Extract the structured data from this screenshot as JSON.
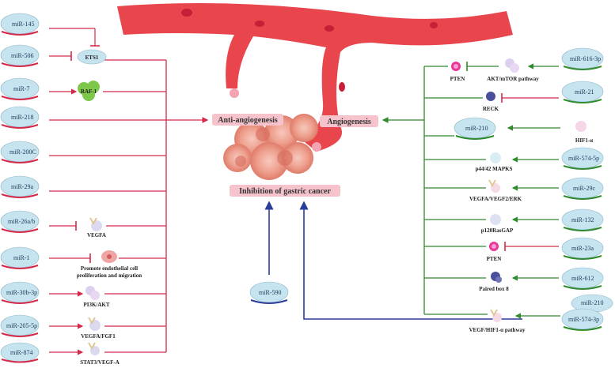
{
  "center": {
    "anti_angiogenesis": "Anti-angiogenesis",
    "angiogenesis": "Angiogenesis",
    "inhibition": "Inhibition of gastric cancer"
  },
  "left": {
    "mirnas": [
      {
        "name": "miR-145",
        "target": "ETS1",
        "effect": "inhibit"
      },
      {
        "name": "miR-506",
        "target": "ETS1",
        "effect": "inhibit"
      },
      {
        "name": "miR-7",
        "target": "RAF-1",
        "effect": "activate"
      },
      {
        "name": "miR-218",
        "target": "",
        "effect": "direct"
      },
      {
        "name": "miR-200C",
        "target": "",
        "effect": "direct"
      },
      {
        "name": "miR-29a",
        "target": "",
        "effect": "direct"
      },
      {
        "name": "miR-26a/b",
        "target": "VEGFA",
        "effect": "inhibit"
      },
      {
        "name": "miR-1",
        "target": "Promote endothelial cell proliferation and migration",
        "effect": "inhibit"
      },
      {
        "name": "miR-30b-3p",
        "target": "PI3K/AKT",
        "effect": "activate"
      },
      {
        "name": "miR-205-5p",
        "target": "VEGFA/FGF1",
        "effect": "activate"
      },
      {
        "name": "miR-874",
        "target": "STAT3/VEGF-A",
        "effect": "activate"
      }
    ],
    "targets": {
      "ets1": "ETS1",
      "raf1": "RAF-1",
      "vegfa": "VEGFA",
      "endo_line1": "Promote endothelial cell",
      "endo_line2": "proliferation and migration",
      "pi3k": "PI3K/AKT",
      "vegfa_fgf1": "VEGFA/FGF1",
      "stat3": "STAT3/VEGF-A"
    }
  },
  "bottom": {
    "mirna": "miR-590"
  },
  "right": {
    "mirnas": {
      "m616": "miR-616-3p",
      "m21": "miR-21",
      "m210a": "miR-210",
      "hif1a": "HIF1-α",
      "m574a": "miR-574-5p",
      "m29c": "miR-29c",
      "m132": "miR-132",
      "m23a": "miR-23a",
      "m612": "miR-612",
      "m210b": "miR-210",
      "m574b": "miR-574-3p"
    },
    "targets": {
      "pten1": "PTEN",
      "akt": "AKT/mTOR pathway",
      "reck": "RECK",
      "p44": "p44/42 MAPKS",
      "vegfa_erk": "VEGFA/VEGF2/ERK",
      "p120": "p120RasGAP",
      "pten2": "PTEN",
      "paired": "Paired box 8",
      "vegf_hif": "VEGF/HIF1-α pathway"
    }
  },
  "colors": {
    "red_line": "#d42a4a",
    "green_line": "#2e8b2e",
    "blue_line": "#2a3d9a",
    "mirna_fill": "#c6e4f0",
    "vessel": "#e8454c"
  }
}
